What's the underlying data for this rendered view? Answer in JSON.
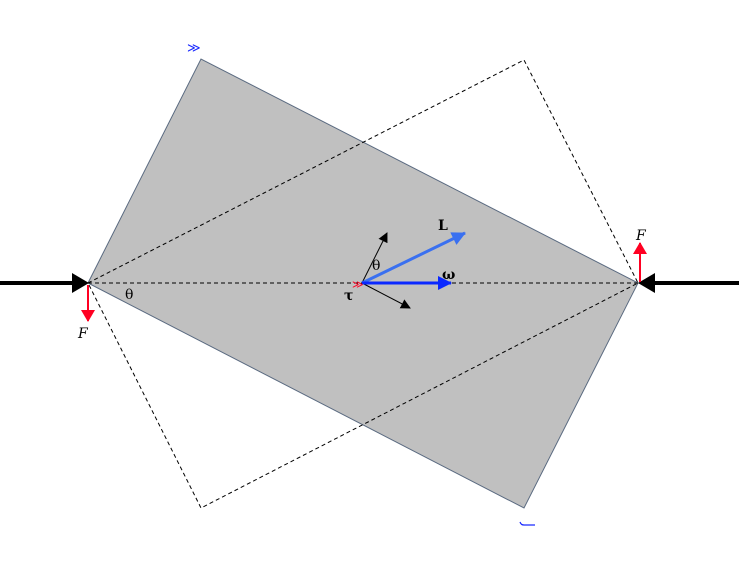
{
  "labels": {
    "angle_left": "θ",
    "angle_center": "θ",
    "torque": "τ",
    "angular_momentum": "L",
    "angular_velocity": "ω",
    "force_left": "F",
    "force_right": "F",
    "marker_top": "≫"
  },
  "colors": {
    "plate_fill": "#c0c0c0",
    "plate_edge": "#5a6a80",
    "force": "#ff0022",
    "omega": "#0a28ff",
    "L": "#3a70f0",
    "marker": "#1a2aff"
  }
}
